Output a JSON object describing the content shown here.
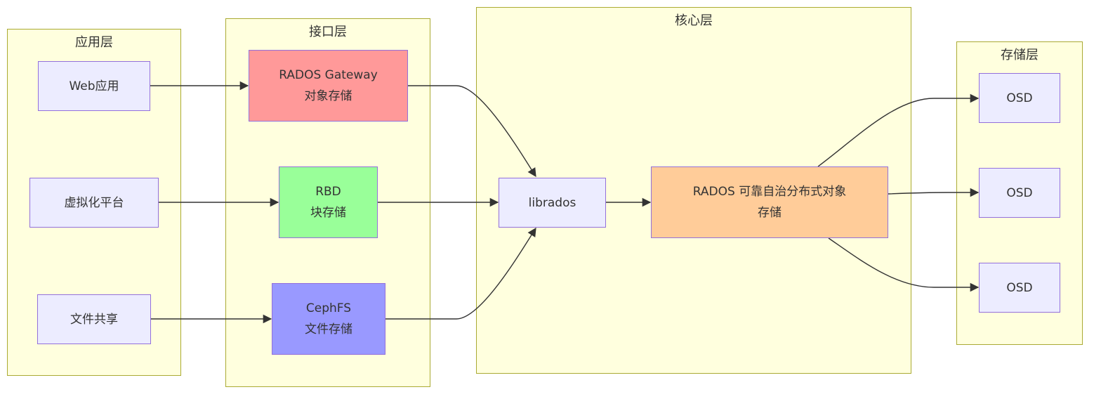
{
  "clusters": {
    "app": {
      "title": "应用层"
    },
    "interface": {
      "title": "接口层"
    },
    "core": {
      "title": "核心层"
    },
    "storage": {
      "title": "存储层"
    }
  },
  "nodes": {
    "web_app": {
      "lines": [
        "Web应用"
      ]
    },
    "virtualization": {
      "lines": [
        "虚拟化平台"
      ]
    },
    "file_share": {
      "lines": [
        "文件共享"
      ]
    },
    "rgw": {
      "lines": [
        "RADOS Gateway",
        "对象存储"
      ],
      "fill": "#ff9999"
    },
    "rbd": {
      "lines": [
        "RBD",
        "块存储"
      ],
      "fill": "#99ff99"
    },
    "cephfs": {
      "lines": [
        "CephFS",
        "文件存储"
      ],
      "fill": "#9999ff"
    },
    "librados": {
      "lines": [
        "librados"
      ]
    },
    "rados": {
      "lines": [
        "RADOS 可靠自治分布式对象",
        "存储"
      ],
      "fill": "#ffcc99"
    },
    "osd1": {
      "lines": [
        "OSD"
      ]
    },
    "osd2": {
      "lines": [
        "OSD"
      ]
    },
    "osd3": {
      "lines": [
        "OSD"
      ]
    }
  },
  "edges": [
    {
      "from": "web_app",
      "to": "rgw"
    },
    {
      "from": "virtualization",
      "to": "rbd"
    },
    {
      "from": "file_share",
      "to": "cephfs"
    },
    {
      "from": "rgw",
      "to": "librados"
    },
    {
      "from": "rbd",
      "to": "librados"
    },
    {
      "from": "cephfs",
      "to": "librados"
    },
    {
      "from": "librados",
      "to": "rados"
    },
    {
      "from": "rados",
      "to": "osd1"
    },
    {
      "from": "rados",
      "to": "osd2"
    },
    {
      "from": "rados",
      "to": "osd3"
    }
  ],
  "colors": {
    "cluster_fill": "#ffffde",
    "cluster_stroke": "#aaaa33",
    "node_default_fill": "#ececff",
    "node_stroke": "#9370db",
    "edge": "#333333"
  }
}
